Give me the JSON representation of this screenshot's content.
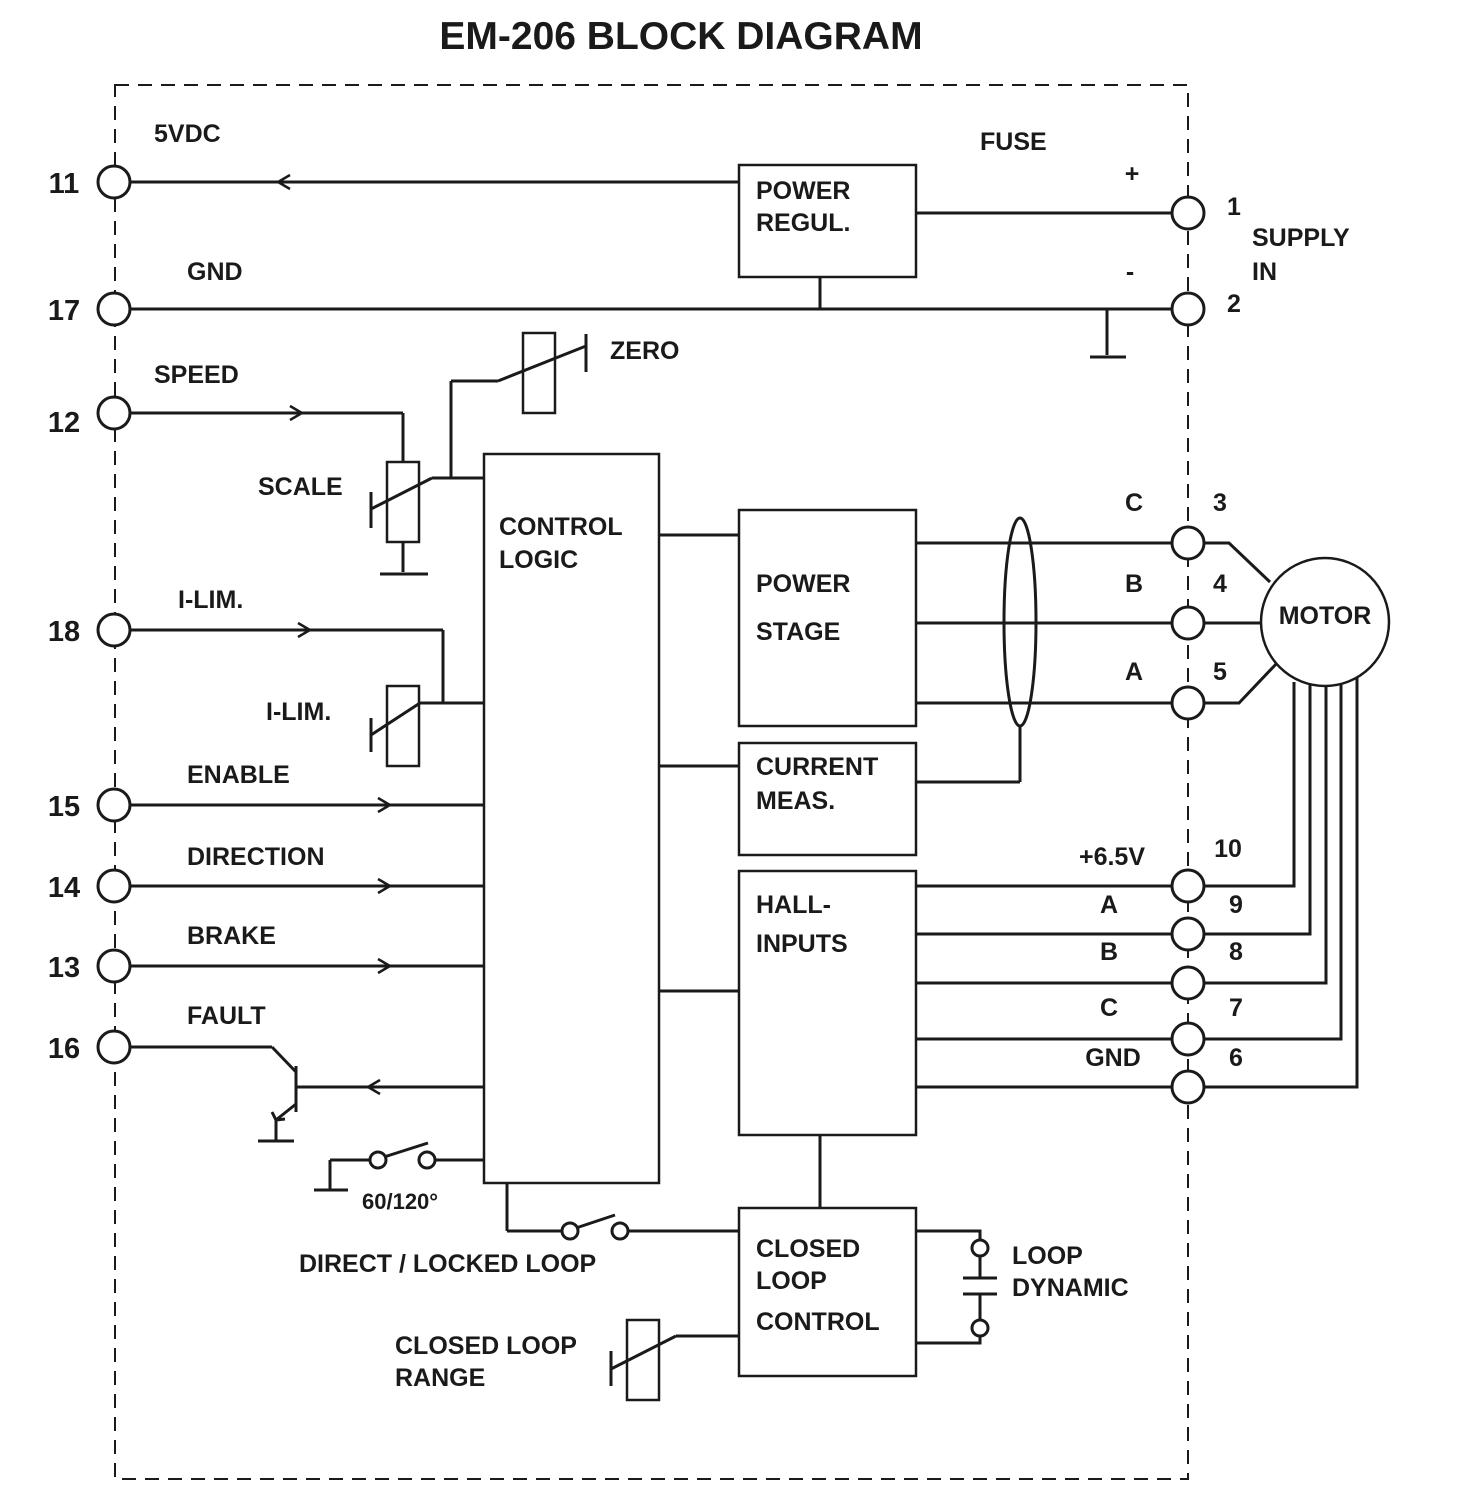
{
  "title": "EM-206 BLOCK DIAGRAM",
  "blocks": {
    "power_regul": [
      "POWER",
      "REGUL."
    ],
    "control_logic": [
      "CONTROL",
      "LOGIC"
    ],
    "power_stage": [
      "POWER",
      "STAGE"
    ],
    "current_meas": [
      "CURRENT",
      "MEAS."
    ],
    "hall_inputs": [
      "HALL-",
      "INPUTS"
    ],
    "closed_loop_control": [
      "CLOSED",
      "LOOP",
      "CONTROL"
    ],
    "motor": "MOTOR"
  },
  "left_pins": {
    "p11": {
      "pin": "11",
      "label": "5VDC"
    },
    "p17": {
      "pin": "17",
      "label": "GND"
    },
    "p12": {
      "pin": "12",
      "label": "SPEED"
    },
    "p18": {
      "pin": "18",
      "label": "I-LIM."
    },
    "p15": {
      "pin": "15",
      "label": "ENABLE"
    },
    "p14": {
      "pin": "14",
      "label": "DIRECTION"
    },
    "p13": {
      "pin": "13",
      "label": "BRAKE"
    },
    "p16": {
      "pin": "16",
      "label": "FAULT"
    }
  },
  "right_pins": {
    "p1": {
      "pin": "1",
      "label": "+"
    },
    "p2": {
      "pin": "2",
      "label": "-"
    },
    "p3": {
      "pin": "3",
      "label": "C"
    },
    "p4": {
      "pin": "4",
      "label": "B"
    },
    "p5": {
      "pin": "5",
      "label": "A"
    },
    "p10": {
      "pin": "10",
      "label": "+6.5V"
    },
    "p9": {
      "pin": "9",
      "label": "A"
    },
    "p8": {
      "pin": "8",
      "label": "B"
    },
    "p7": {
      "pin": "7",
      "label": "C"
    },
    "p6": {
      "pin": "6",
      "label": "GND"
    }
  },
  "labels": {
    "fuse": "FUSE",
    "supply_in": [
      "SUPPLY",
      "IN"
    ],
    "zero": "ZERO",
    "scale": "SCALE",
    "ilim_pot": "I-LIM.",
    "hall_mode": "60/120°",
    "direct_locked_loop": "DIRECT / LOCKED LOOP",
    "closed_loop_range": [
      "CLOSED LOOP",
      "RANGE"
    ],
    "loop_dynamic": [
      "LOOP",
      "DYNAMIC"
    ]
  }
}
